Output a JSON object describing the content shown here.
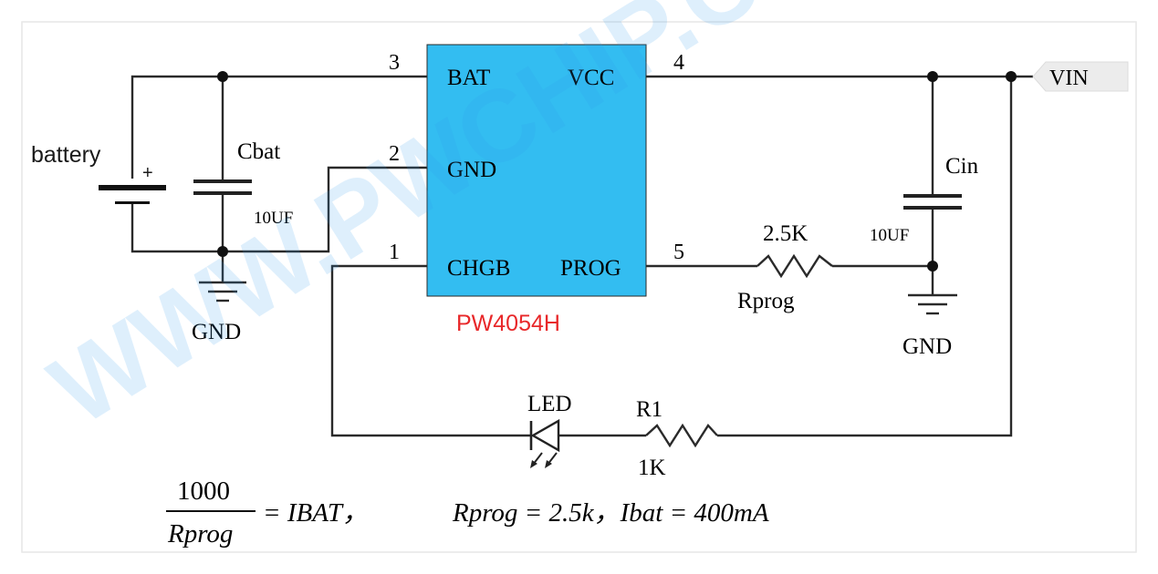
{
  "chip": {
    "name": "PW4054H",
    "fill": "#33bdf1",
    "name_color": "#e8282a",
    "pins": {
      "bat": "BAT",
      "vcc": "VCC",
      "gnd": "GND",
      "chgb": "CHGB",
      "prog": "PROG",
      "n3": "3",
      "n4": "4",
      "n2": "2",
      "n1": "1",
      "n5": "5"
    }
  },
  "labels": {
    "battery": "battery",
    "battery_plus": "+",
    "cbat": "Cbat",
    "cbat_value": "10UF",
    "gnd_left": "GND",
    "gnd_right": "GND",
    "cin": "Cin",
    "cin_value": "10UF",
    "rprog_value": "2.5K",
    "rprog": "Rprog",
    "vin": "VIN",
    "led": "LED",
    "r1": "R1",
    "r1_value": "1K"
  },
  "formula": {
    "numerator": "1000",
    "denominator": "Rprog",
    "result": "= IBAT，",
    "example": "Rprog = 2.5k，Ibat = 400mA"
  },
  "watermark": "WWW.PWCHIP.COM"
}
